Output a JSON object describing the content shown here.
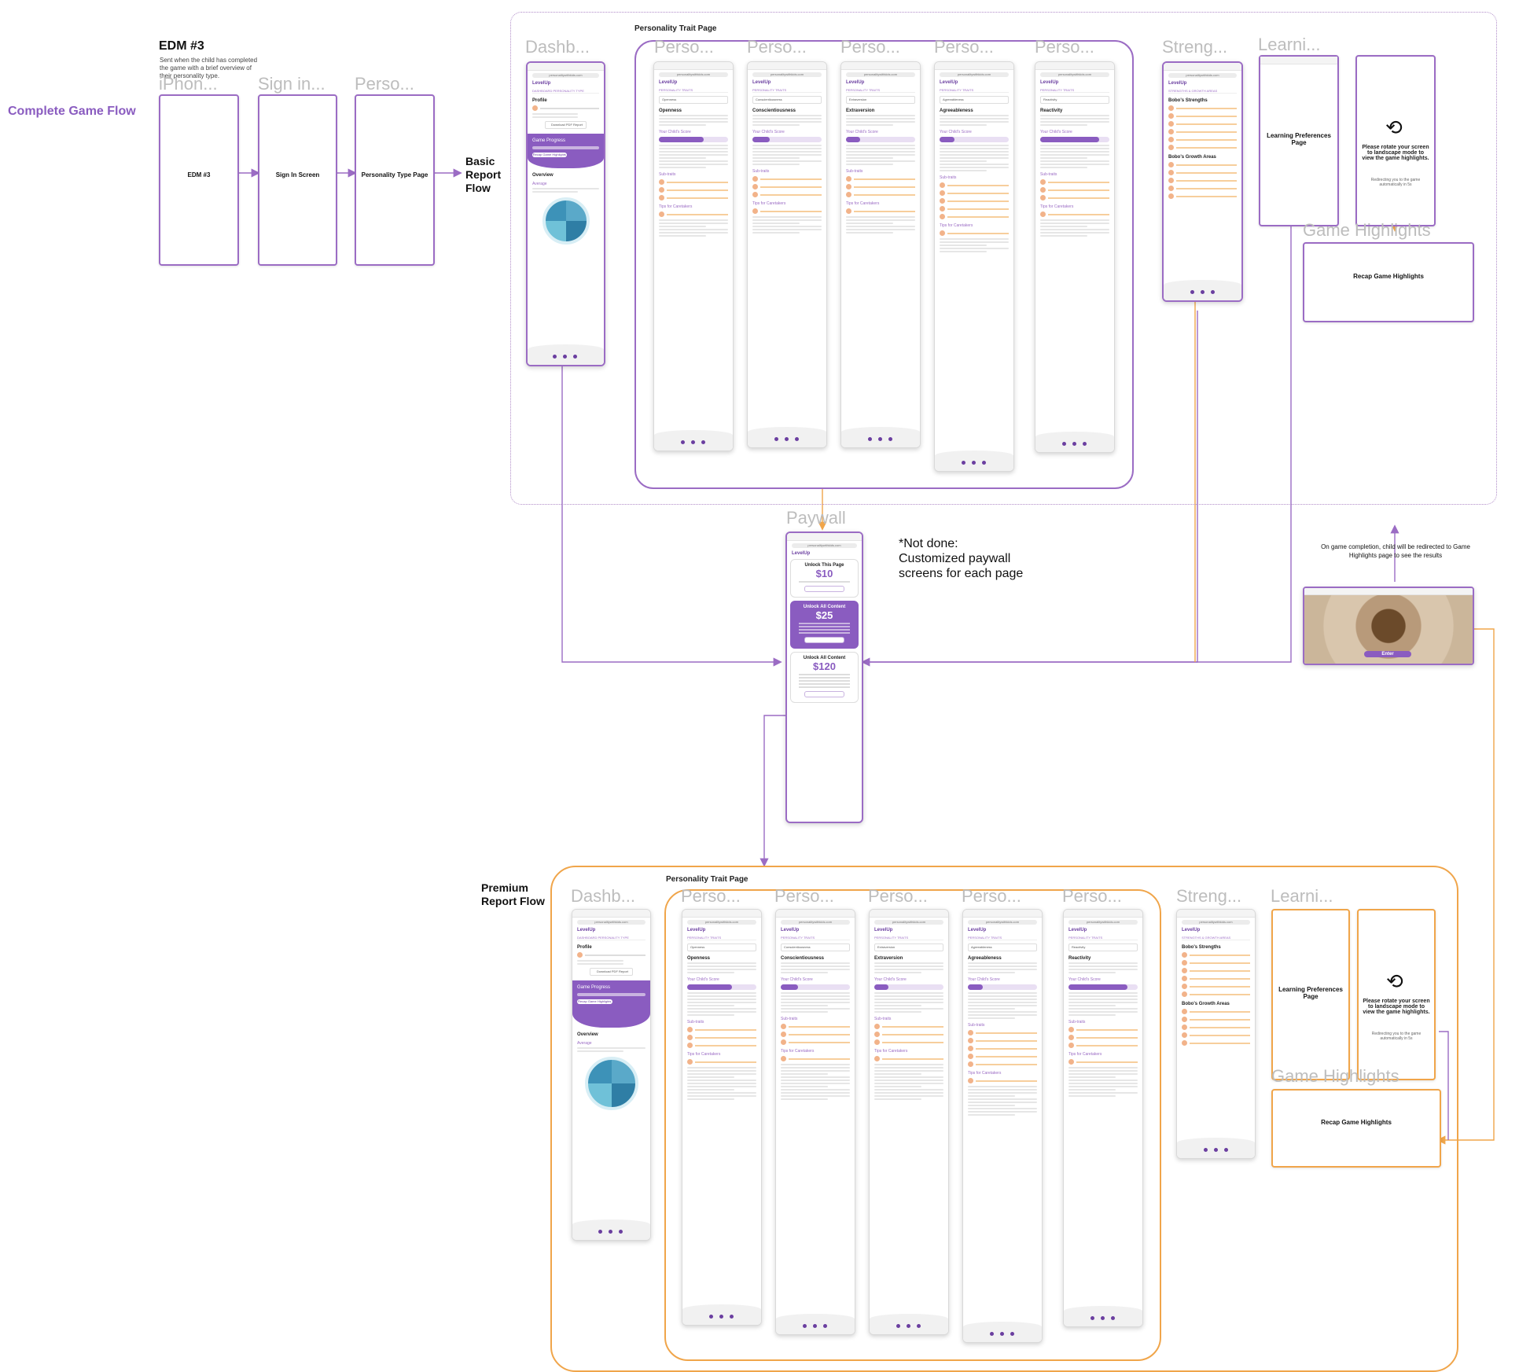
{
  "flow_title": "Complete Game Flow",
  "edm": {
    "heading": "EDM #3",
    "description": "Sent when the child has completed the game with a brief overview of their personality type.",
    "title_ghost": "iPhon...",
    "frame_label": "EDM #3"
  },
  "signin": {
    "title": "Sign in...",
    "frame_label": "Sign In Screen"
  },
  "persona_frame": {
    "title": "Perso...",
    "frame_label": "Personality Type Page"
  },
  "basic_report_label": "Basic\nReport\nFlow",
  "premium_report_label": "Premium\nReport Flow",
  "personality_trait_page_label": "Personality Trait Page",
  "titles": {
    "dashboard": "Dashb...",
    "persona": "Perso...",
    "strengths": "Streng...",
    "learning": "Learni...",
    "game_highlights": "Game Highlights",
    "paywall": "Paywall"
  },
  "phone": {
    "url": "personalitywithkids.com",
    "logo": "LevelUp",
    "tabs": "PERSONALITY TRAITS",
    "your_childs_score": "Your Child's Score",
    "sub_traits": "Sub-traits",
    "tips": "Tips for Caretakers"
  },
  "dashboard_phone": {
    "tabs": "DASHBOARD   PERSONALITY TYPE",
    "profile": "Profile",
    "download": "Download PDF Report",
    "game_progress": "Game Progress",
    "recap": "Recap Game Highlights",
    "overview": "Overview",
    "average": "Average"
  },
  "traits": [
    "Openness",
    "Conscientiousness",
    "Extraversion",
    "Agreeableness",
    "Reactivity"
  ],
  "strengths_phone": {
    "tab": "STRENGTHS & GROWTH AREAS",
    "strengths_heading": "Bobo's Strengths",
    "growth_heading": "Bobo's Growth Areas"
  },
  "learning_frame_label": "Learning Preferences Page",
  "rotate_frame": {
    "message": "Please rotate your screen to landscape mode to view the game highlights.",
    "sub": "Redirecting you to the game automatically in 5s"
  },
  "recap_frame_label": "Recap Game Highlights",
  "paywall_phone": {
    "card1_title": "Unlock This Page",
    "card1_price": "$10",
    "card2_title": "Unlock All Content",
    "card2_price": "$25",
    "card3_title": "Unlock All Content",
    "card3_price": "$120"
  },
  "not_done_note": "*Not done:\nCustomized paywall\nscreens for each page",
  "game_completion_note": "On game completion, child will be redirected to\nGame Highlights page to see the results",
  "enter_button": "Enter",
  "colors": {
    "purple": "#9b6cc4",
    "orange": "#f0a54a",
    "brand": "#8a5cc0"
  }
}
